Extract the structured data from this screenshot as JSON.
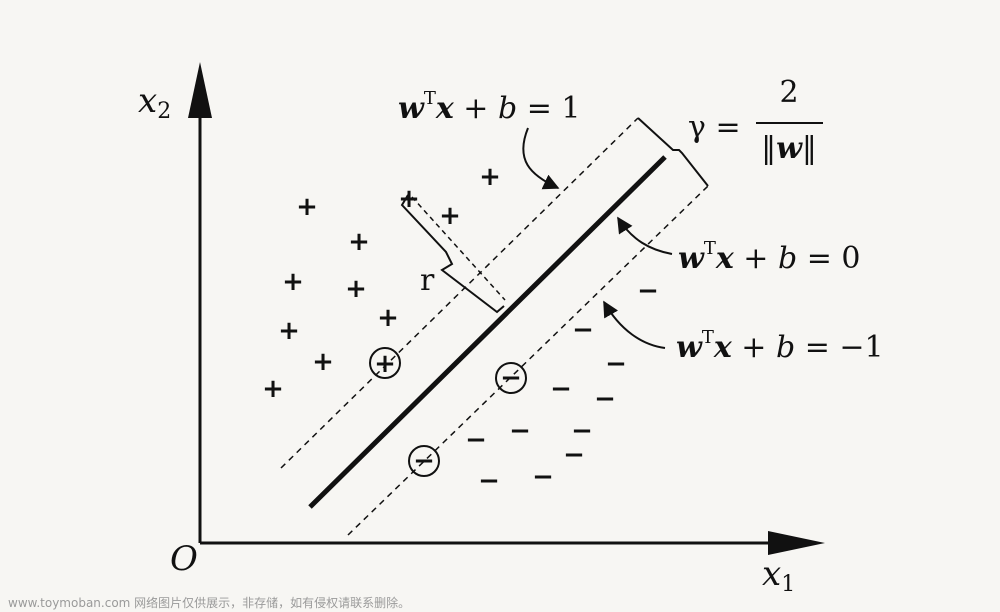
{
  "axes": {
    "x_label": "x",
    "x_sub": "1",
    "y_label": "x",
    "y_sub": "2",
    "origin": "O"
  },
  "equations": {
    "upper": {
      "w": "w",
      "t": "T",
      "x": "x",
      "rest": " + ",
      "b": "b",
      "eq": " = 1"
    },
    "middle": {
      "w": "w",
      "t": "T",
      "x": "x",
      "rest": " + ",
      "b": "b",
      "eq": " = 0"
    },
    "lower": {
      "w": "w",
      "t": "T",
      "x": "x",
      "rest": " + ",
      "b": "b",
      "eq": " = −1"
    }
  },
  "margin": {
    "gamma": "γ =",
    "numerator": "2",
    "denominator_left": "‖",
    "denominator_w": "w",
    "denominator_right": "‖"
  },
  "distance_label": "r",
  "classes": {
    "positive_symbol": "+",
    "negative_symbol": "−"
  },
  "watermark": "www.toymoban.com 网络图片仅供展示，非存储，如有侵权请联系删除。"
}
